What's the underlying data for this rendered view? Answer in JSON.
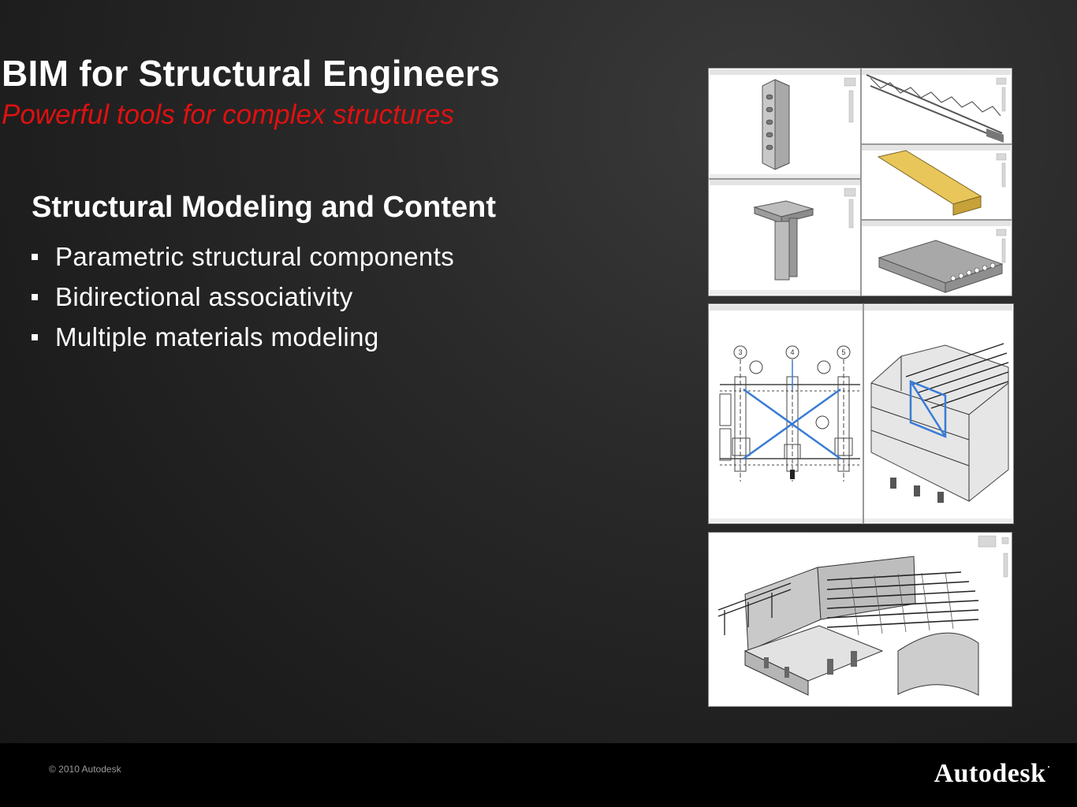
{
  "slide": {
    "title": "BIM for Structural Engineers",
    "subtitle": "Powerful tools for complex structures",
    "section_heading": "Structural Modeling and Content",
    "bullets": [
      "Parametric structural components",
      "Bidirectional associativity",
      "Multiple materials modeling"
    ]
  },
  "diagram": {
    "grid_labels": [
      "3",
      "4",
      "5"
    ]
  },
  "footer": {
    "copyright": "© 2010 Autodesk",
    "logo": "Autodesk"
  },
  "colors": {
    "title": "#ffffff",
    "subtitle": "#e01010",
    "footer_bar": "#000000",
    "highlight_blue": "#3a7bd5"
  }
}
